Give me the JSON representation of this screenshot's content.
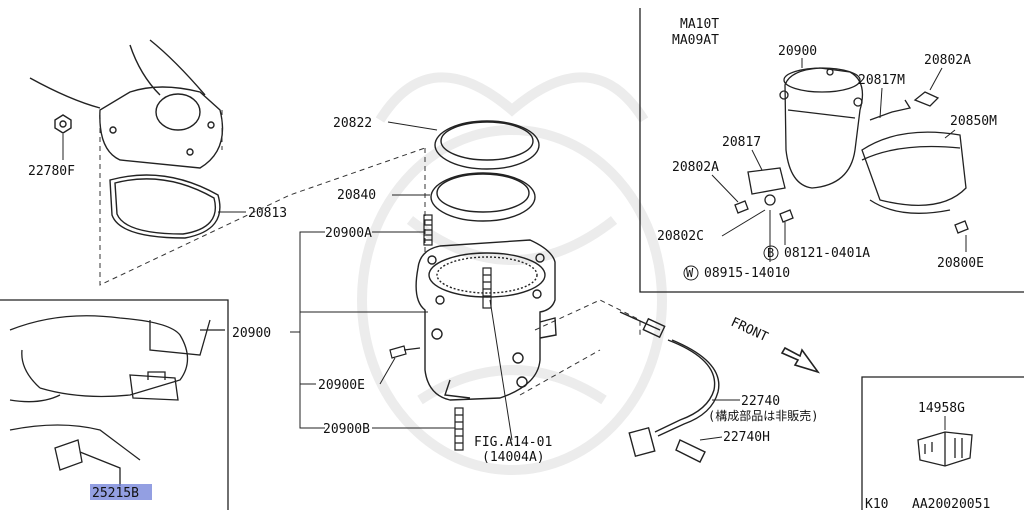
{
  "inset_top": {
    "variants": [
      "MA10T",
      "MA09AT"
    ]
  },
  "main_parts": {
    "p22780F": "22780F",
    "p20813": "20813",
    "p20822": "20822",
    "p20840": "20840",
    "p20900A": "20900A",
    "p20900": "20900",
    "p20900E": "20900E",
    "p20900B": "20900B",
    "fig_ref": "FIG.A14-01",
    "fig_sub": "(14004A)",
    "p22740": "22740",
    "p22740_note": "(構成部品は非販売)",
    "p22740H": "22740H",
    "front": "FRONT"
  },
  "inset_parts": {
    "p20900": "20900",
    "p20817M": "20817M",
    "p20802A_top": "20802A",
    "p20850M": "20850M",
    "p20817": "20817",
    "p20802A_left": "20802A",
    "p20802C": "20802C",
    "bolt_symbol": "B",
    "p08121": "08121-0401A",
    "washer_symbol": "W",
    "p08915": "08915-14010",
    "p20800E": "20800E"
  },
  "lower_left": {
    "p25215B": "25215B"
  },
  "lower_right": {
    "p14958G": "14958G"
  },
  "footer": {
    "model": "K10",
    "code": "AA20020051"
  }
}
